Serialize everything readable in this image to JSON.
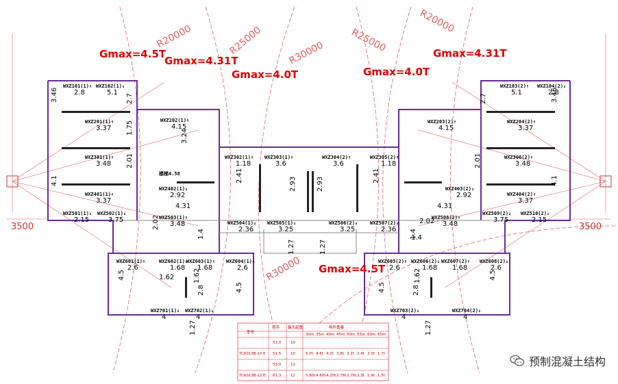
{
  "gmax_labels": [
    "Gmax=4.5T",
    "Gmax=4.31T",
    "Gmax=4.0T",
    "Gmax=4.0T",
    "Gmax=4.31T",
    "Gmax=4.5T"
  ],
  "radius_labels": [
    "R20000",
    "R25000",
    "R30000",
    "R25000",
    "R20000",
    "R30000"
  ],
  "dims": [
    "3500",
    "3500"
  ],
  "components": [
    {
      "label": "WXZ101(1)↑",
      "value": "2.8"
    },
    {
      "label": "WXZ102(1)↓",
      "value": "5.1"
    },
    {
      "label": "WXZ201(1)↑",
      "value": "3.37"
    },
    {
      "label": "WXZ202(1)↑",
      "value": "4.15"
    },
    {
      "label": "WXZ301(1)↑",
      "value": "3.48"
    },
    {
      "label": "WXZ302(1)↑",
      "value": "1.18"
    },
    {
      "label": "WXZ303(1)↑",
      "value": "3.6"
    },
    {
      "label": "WXZ401(1)↑",
      "value": "3.37"
    },
    {
      "label": "WXZ402(1)↓",
      "value": "2.92"
    },
    {
      "label": "WXZ501(1)↓",
      "value": "2.15"
    },
    {
      "label": "WXZ502(1)↓",
      "value": "3.75"
    },
    {
      "label": "WXZ503(1)↑",
      "value": "3.48"
    },
    {
      "label": "WXZ504(1)↓",
      "value": "2.36"
    },
    {
      "label": "WXZ505(1)↓",
      "value": "3.25"
    },
    {
      "label": "WXZ601(1)↑",
      "value": "2.6"
    },
    {
      "label": "WXZ602(1)↓",
      "value": "1.68"
    },
    {
      "label": "WXZ603(1)↑",
      "value": "1.68"
    },
    {
      "label": "WXZ604(1)↓",
      "value": "2.6"
    },
    {
      "label": "WXZ701(1)↓",
      "value": "4"
    },
    {
      "label": "WXZ702(1)↓",
      "value": "4"
    },
    {
      "label": "WXZ103(2)↑",
      "value": "5.1"
    },
    {
      "label": "WXZ104(2)↓",
      "value": "2.8"
    },
    {
      "label": "WXZ203(2)↑",
      "value": "4.15"
    },
    {
      "label": "WXZ204(2)↑",
      "value": "3.37"
    },
    {
      "label": "WXZ304(2)↑",
      "value": "3.6"
    },
    {
      "label": "WXZ305(2)↑",
      "value": "1.18"
    },
    {
      "label": "WXZ306(2)↑",
      "value": "3.48"
    },
    {
      "label": "WXZ403(2)↓",
      "value": "2.92"
    },
    {
      "label": "WXZ404(2)↑",
      "value": "3.37"
    },
    {
      "label": "WXZ506(2)↓",
      "value": "3.25"
    },
    {
      "label": "WXZ507(2)↓",
      "value": "2.36"
    },
    {
      "label": "WXZ508(2)↑",
      "value": "3.48"
    },
    {
      "label": "WXZ509(2)↓",
      "value": "3.75"
    },
    {
      "label": "WXZ510(2)↓",
      "value": "2.15"
    },
    {
      "label": "WXZ605(2)↑",
      "value": "2.6"
    },
    {
      "label": "WXZ606(2)↓",
      "value": "1.68"
    },
    {
      "label": "WXZ607(2)↑",
      "value": "1.68"
    },
    {
      "label": "WXZ608(2)↓",
      "value": "2.6"
    },
    {
      "label": "WXZ703(2)↓",
      "value": "4"
    },
    {
      "label": "WXZ704(2)↓",
      "value": "4"
    }
  ],
  "vertical_values": [
    "3.46",
    "2.7",
    "1.75",
    "2.01",
    "4.1",
    "3.24",
    "2.41",
    "2.93",
    "2.93",
    "2.41",
    "1.4",
    "1.27",
    "1.27",
    "1.4",
    "2.02",
    "2.01",
    "4.1",
    "2.7",
    "3.46",
    "4.5",
    "1.62",
    "2.8",
    "4.5",
    "1.62",
    "2.8",
    "4.5",
    "4.5",
    "1.27",
    "1.27"
  ],
  "extra_values": [
    "4.31",
    "4.31",
    "1.4",
    "2.02",
    "1.62"
  ],
  "stair_label": "楼梯4.58",
  "table": {
    "headers": [
      "型号",
      "塔吊",
      "最大起重",
      "构件重量"
    ],
    "sub_headers": [
      "30m",
      "35m",
      "40m",
      "45m",
      "50m",
      "55m",
      "60m",
      "65m"
    ],
    "rows": [
      {
        "model": "",
        "col2": "",
        "col3": "",
        "vals": [
          "53.0",
          "10"
        ]
      },
      {
        "model": "TC6013B-10",
        "col2": "E",
        "col3": "",
        "vals": [
          "51.5",
          "10",
          "5.0t",
          "4.6t",
          "4.2t",
          "3.8t",
          "3.2t",
          "2.4t",
          "2.0t",
          "1.7t"
        ]
      },
      {
        "model": "",
        "col2": "",
        "col3": "",
        "vals": [
          "53.0",
          "12"
        ]
      },
      {
        "model": "TC6013B-12",
        "col2": "E",
        "col3": "",
        "vals": [
          "61.3",
          "12",
          "5.80t",
          "4.60t",
          "4.20t",
          "2.76t",
          "2.76t",
          "2.3t",
          "1.9t",
          "1.5t"
        ]
      }
    ]
  },
  "watermark": {
    "text": "预制混凝土结构",
    "icon": "wechat-icon"
  },
  "colors": {
    "red": "#e00000",
    "wall": "#6a2a9a",
    "arc": "#e06060"
  }
}
